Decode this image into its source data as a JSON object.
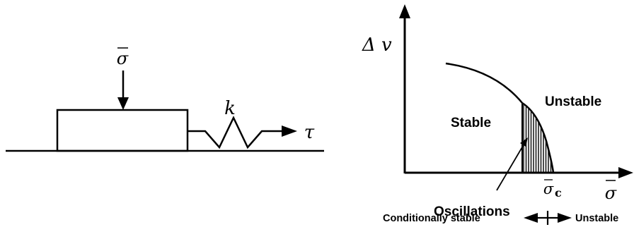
{
  "left_diagram": {
    "normal_stress_symbol": "σ",
    "spring_stiffness_symbol": "k",
    "shear_stress_symbol": "τ"
  },
  "right_diagram": {
    "y_axis_label": "Δ v",
    "x_axis_label": "σ",
    "critical_stress_symbol": "σ",
    "critical_stress_subscript": "c",
    "region_stable": "Stable",
    "region_unstable": "Unstable",
    "oscillations_label": "Oscillations",
    "bottom_left_label": "Conditionally stable",
    "bottom_right_label": "Unstable"
  },
  "colors": {
    "ink": "#000000",
    "background": "#ffffff"
  }
}
